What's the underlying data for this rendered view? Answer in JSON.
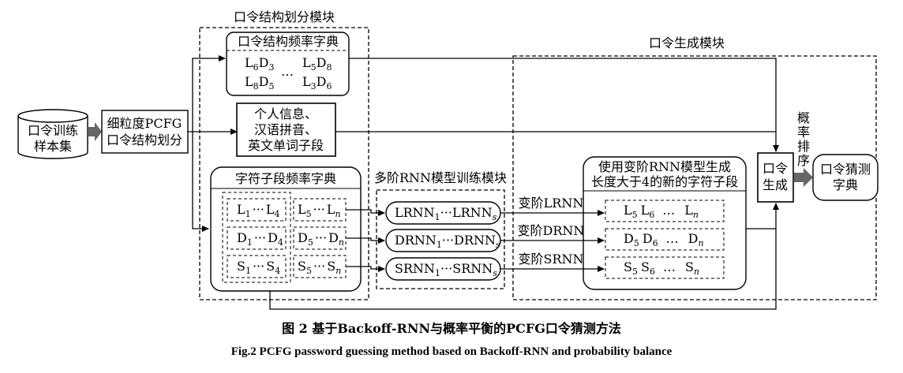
{
  "modules": {
    "structure": "口令结构划分模块",
    "generation": "口令生成模块",
    "training": "多阶RNN模型训练模块"
  },
  "dataset": [
    "口令训练",
    "样本集"
  ],
  "pcfg_split": [
    "细粒度PCFG",
    "口令结构划分"
  ],
  "struct_dict": {
    "title": "口令结构频率字典",
    "cells": [
      {
        "a": "L",
        "as": "6",
        "b": "D",
        "bs": "3"
      },
      {
        "a": "L",
        "as": "5",
        "b": "D",
        "bs": "8"
      },
      {
        "a": "L",
        "as": "8",
        "b": "D",
        "bs": "5"
      },
      {
        "a": "L",
        "as": "3",
        "b": "D",
        "bs": "6"
      }
    ],
    "ellipsis": "…"
  },
  "personal": [
    "个人信息、",
    "汉语拼音、",
    "英文单词子段"
  ],
  "char_dict": {
    "title": "字符子段频率字典",
    "rows": [
      {
        "l1": "L",
        "l1s": "1",
        "l2": "L",
        "l2s": "4",
        "r1": "L",
        "r1s": "5",
        "r2": "L",
        "r2s": "n"
      },
      {
        "l1": "D",
        "l1s": "1",
        "l2": "D",
        "l2s": "4",
        "r1": "D",
        "r1s": "5",
        "r2": "D",
        "r2s": "n"
      },
      {
        "l1": "S",
        "l1s": "1",
        "l2": "S",
        "l2s": "4",
        "r1": "S",
        "r1s": "5",
        "r2": "S",
        "r2s": "n"
      }
    ],
    "dots": "···"
  },
  "rnns": [
    {
      "a": "LRNN",
      "as": "1",
      "b": "LRNN",
      "bs": "s",
      "edge": "变阶LRNN"
    },
    {
      "a": "DRNN",
      "as": "1",
      "b": "DRNN",
      "bs": "s",
      "edge": "变阶DRNN"
    },
    {
      "a": "SRNN",
      "as": "1",
      "b": "SRNN",
      "bs": "s",
      "edge": "变阶SRNN"
    }
  ],
  "gen_box": {
    "title": [
      "使用变阶RNN模型生成",
      "长度大于4的新的字符子段"
    ],
    "rows": [
      {
        "c": "L",
        "s": [
          "5",
          "6",
          "n"
        ]
      },
      {
        "c": "D",
        "s": [
          "5",
          "6",
          "n"
        ]
      },
      {
        "c": "S",
        "s": [
          "5",
          "6",
          "n"
        ]
      }
    ],
    "ellipsis": "…"
  },
  "generate": [
    "口令",
    "生成"
  ],
  "sort_label": [
    "概",
    "率",
    "排",
    "序"
  ],
  "output": [
    "口令猜测",
    "字典"
  ],
  "caption_cn": "图 2   基于Backoff-RNN与概率平衡的PCFG口令猜测方法",
  "caption_en": "Fig.2   PCFG password guessing method based on Backoff-RNN and probability balance"
}
